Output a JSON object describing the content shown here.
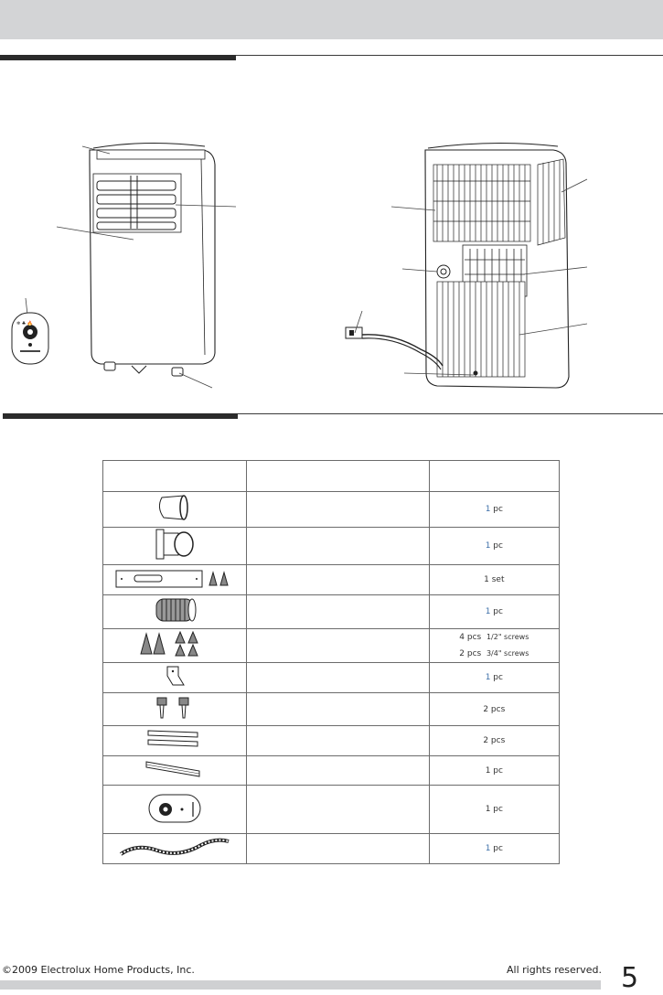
{
  "accessories_table": {
    "rows": [
      {
        "icon": "window-adapter-icon",
        "qty": "1 pc",
        "qty_num": "1",
        "qty_unit": " pc"
      },
      {
        "icon": "window-exhaust-adapter-icon",
        "qty": "1 pc",
        "qty_num": "1",
        "qty_unit": " pc"
      },
      {
        "icon": "window-kit-icon",
        "qty": "1 set",
        "qty_num": "1",
        "qty_unit": " set"
      },
      {
        "icon": "exhaust-hose-icon",
        "qty": "1 pc",
        "qty_num": "1",
        "qty_unit": " pc"
      },
      {
        "icon": "screws-icon",
        "qty_a_num": "4",
        "qty_a_unit": "pcs",
        "qty_a_note": "1/2\" screws",
        "qty_b_num": "2",
        "qty_b_unit": "pcs",
        "qty_b_note": "3/4\" screws"
      },
      {
        "icon": "bracket-icon",
        "qty": "1 pc",
        "qty_num": "1",
        "qty_unit": " pc"
      },
      {
        "icon": "bolts-icon",
        "qty": "2 pcs"
      },
      {
        "icon": "foam-seal-icon",
        "qty": "2 pcs"
      },
      {
        "icon": "foam-strip-icon",
        "qty": "1 pc"
      },
      {
        "icon": "remote-control-icon",
        "qty": "1 pc"
      },
      {
        "icon": "drain-hose-icon",
        "qty": "1 pc",
        "qty_num": "1",
        "qty_unit": " pc"
      }
    ]
  },
  "footer": {
    "copyright": "©2009 Electrolux Home Products, Inc.",
    "rights": "All rights reserved.",
    "page_number": "5"
  }
}
